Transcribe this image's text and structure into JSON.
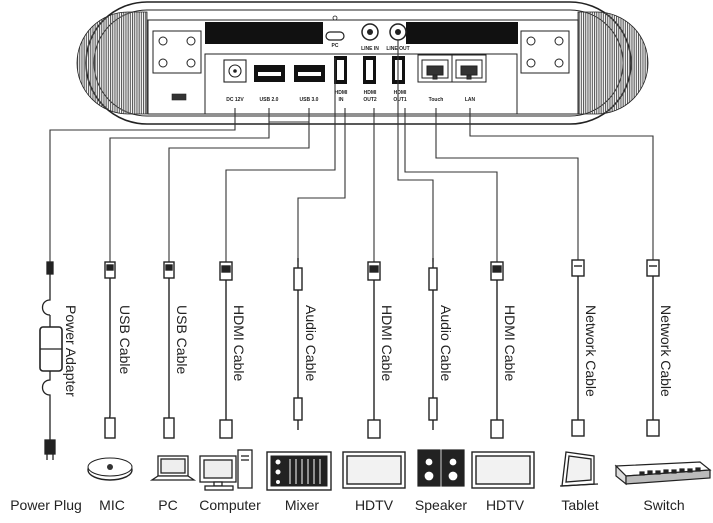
{
  "ports": {
    "pc": "PC",
    "line_in": "LINE IN",
    "line_out": "LINE OUT",
    "dc12v": "DC 12V",
    "usb20": "USB 2.0",
    "usb30": "USB 3.0",
    "hdmi_in_1": "HDMI",
    "hdmi_in_2": "IN",
    "hdmi_out2_1": "HDMI",
    "hdmi_out2_2": "OUT2",
    "hdmi_out1_1": "HDMI",
    "hdmi_out1_2": "OUT1",
    "touch": "Touch",
    "lan": "LAN"
  },
  "cables": [
    {
      "label": "Power Adapter",
      "icon": "power-adapter"
    },
    {
      "label": "USB Cable",
      "icon": "usb-plug"
    },
    {
      "label": "USB Cable",
      "icon": "usb-plug"
    },
    {
      "label": "HDMI Cable",
      "icon": "hdmi-plug"
    },
    {
      "label": "Audio Cable",
      "icon": "audio-plug"
    },
    {
      "label": "HDMI Cable",
      "icon": "hdmi-plug"
    },
    {
      "label": "Audio Cable",
      "icon": "audio-plug"
    },
    {
      "label": "HDMI Cable",
      "icon": "hdmi-plug"
    },
    {
      "label": "Network Cable",
      "icon": "rj45-plug"
    },
    {
      "label": "Network Cable",
      "icon": "rj45-plug"
    }
  ],
  "devices": [
    {
      "label": "Power Plug",
      "icon": "power-plug-icon"
    },
    {
      "label": "MIC",
      "icon": "mic-icon"
    },
    {
      "label": "PC",
      "icon": "laptop-icon"
    },
    {
      "label": "Computer",
      "icon": "computer-icon"
    },
    {
      "label": "Mixer",
      "icon": "mixer-icon"
    },
    {
      "label": "HDTV",
      "icon": "tv-icon"
    },
    {
      "label": "Speaker",
      "icon": "speaker-icon"
    },
    {
      "label": "HDTV",
      "icon": "tv-icon"
    },
    {
      "label": "Tablet",
      "icon": "tablet-icon"
    },
    {
      "label": "Switch",
      "icon": "switch-icon"
    }
  ]
}
